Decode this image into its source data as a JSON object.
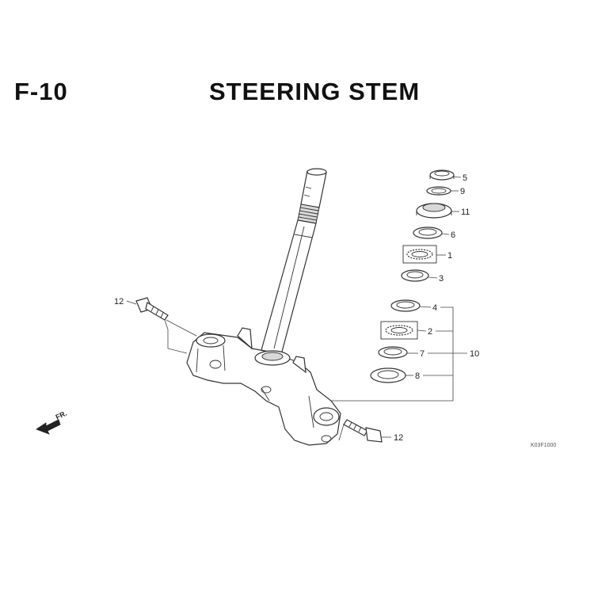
{
  "header": {
    "code": "F-10",
    "title": "STEERING STEM"
  },
  "callouts": [
    {
      "id": "c5",
      "label": "5"
    },
    {
      "id": "c9",
      "label": "9"
    },
    {
      "id": "c11",
      "label": "11"
    },
    {
      "id": "c6",
      "label": "6"
    },
    {
      "id": "c1",
      "label": "1"
    },
    {
      "id": "c3",
      "label": "3"
    },
    {
      "id": "c4",
      "label": "4"
    },
    {
      "id": "c2",
      "label": "2"
    },
    {
      "id": "c7",
      "label": "7"
    },
    {
      "id": "c8",
      "label": "8"
    },
    {
      "id": "c10",
      "label": "10"
    },
    {
      "id": "c12a",
      "label": "12"
    },
    {
      "id": "c12b",
      "label": "12"
    }
  ],
  "direction_label": "FR.",
  "figure_ref": "K03F1000"
}
